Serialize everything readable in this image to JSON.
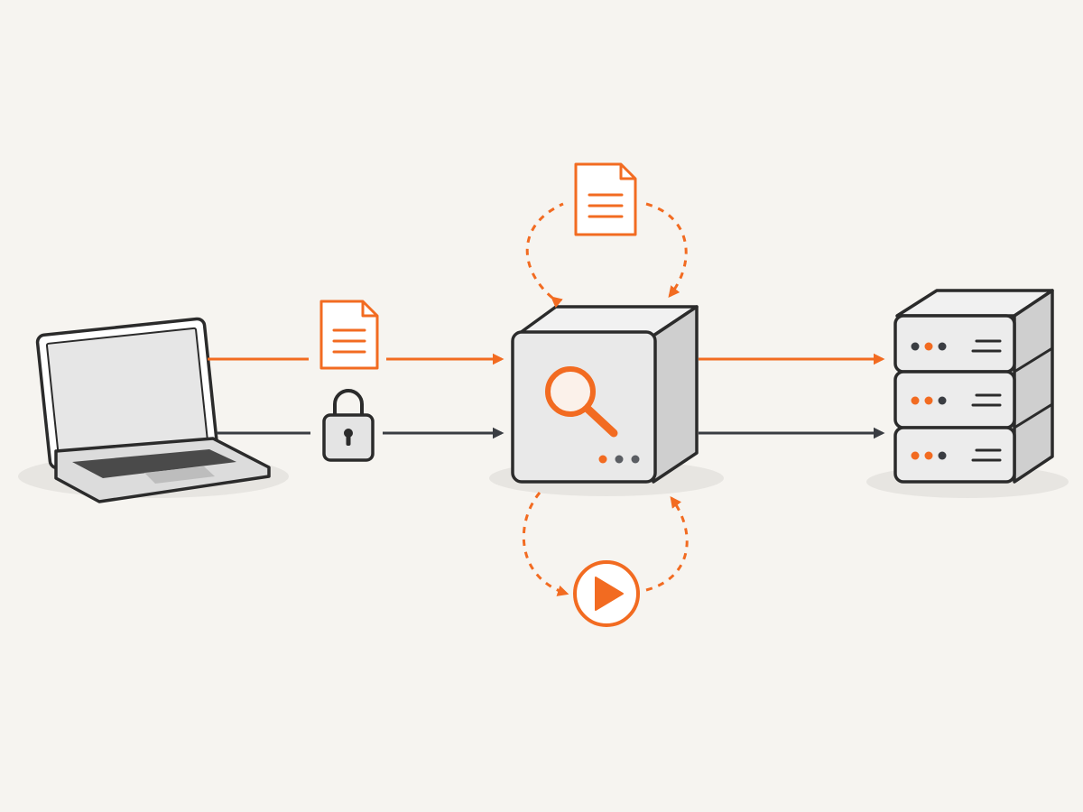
{
  "colors": {
    "background": "#f6f4f0",
    "accent": "#f26b21",
    "stroke": "#2b2b2b",
    "arrow_dark": "#3a3d42",
    "panel": "#e9e9e9",
    "panel_side": "#cfcfcf",
    "screen": "#e6e6e6",
    "shadow": "#e7e5e1"
  },
  "nodes": [
    {
      "id": "client",
      "icon": "laptop-icon"
    },
    {
      "id": "inspector",
      "icon": "magnifier-icon"
    },
    {
      "id": "backend",
      "icon": "server-rack-icon"
    }
  ],
  "flows": [
    {
      "id": "plain-request",
      "from": "client",
      "to": "inspector",
      "style": "solid",
      "color": "accent",
      "payload_icon": "document-icon"
    },
    {
      "id": "encrypted-request",
      "from": "client",
      "to": "inspector",
      "style": "solid",
      "color": "arrow_dark",
      "payload_icon": "padlock-icon"
    },
    {
      "id": "forward-plain",
      "from": "inspector",
      "to": "backend",
      "style": "solid",
      "color": "accent"
    },
    {
      "id": "forward-encrypted",
      "from": "inspector",
      "to": "backend",
      "style": "solid",
      "color": "arrow_dark"
    },
    {
      "id": "top-loop",
      "from": "inspector",
      "to": "inspector",
      "style": "dashed",
      "color": "accent",
      "payload_icon": "document-icon"
    },
    {
      "id": "bottom-loop",
      "from": "inspector",
      "to": "inspector",
      "style": "dashed",
      "color": "accent",
      "payload_icon": "play-icon"
    }
  ]
}
